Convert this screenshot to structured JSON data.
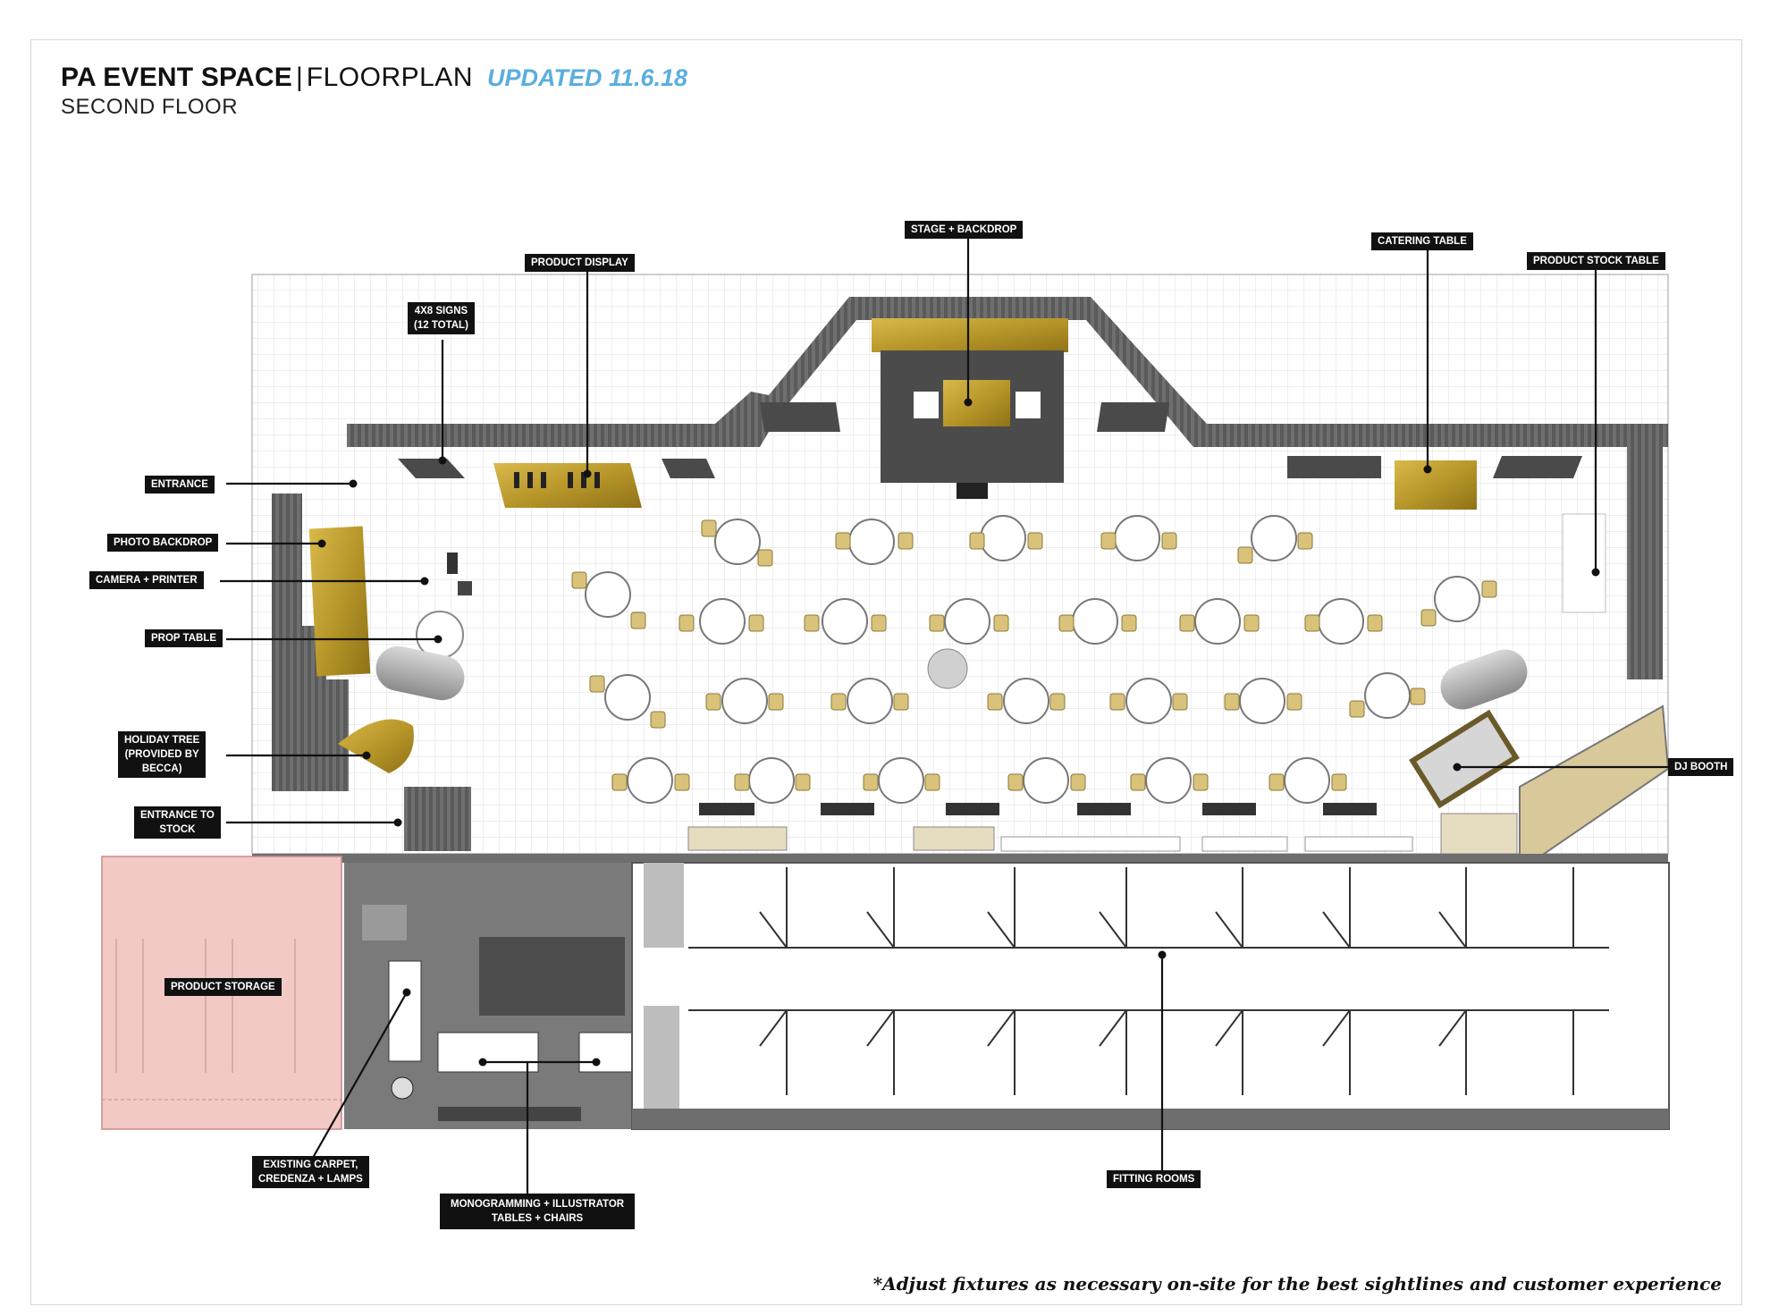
{
  "header": {
    "title_bold": "PA EVENT SPACE",
    "separator": "|",
    "title_light": "FLOORPLAN",
    "updated": "UPDATED 11.6.18",
    "subtitle": "SECOND FLOOR"
  },
  "labels": {
    "stage": "STAGE + BACKDROP",
    "catering": "CATERING TABLE",
    "product_display": "PRODUCT DISPLAY",
    "product_stock": "PRODUCT STOCK TABLE",
    "signs_1": "4X8 SIGNS",
    "signs_2": "(12 TOTAL)",
    "entrance": "ENTRANCE",
    "photo_backdrop": "PHOTO BACKDROP",
    "camera_printer": "CAMERA + PRINTER",
    "prop_table": "PROP TABLE",
    "holiday_tree_1": "HOLIDAY TREE",
    "holiday_tree_2": "(PROVIDED BY",
    "holiday_tree_3": "BECCA)",
    "entrance_stock_1": "ENTRANCE TO",
    "entrance_stock_2": "STOCK",
    "dj_booth": "DJ BOOTH",
    "product_storage": "PRODUCT STORAGE",
    "carpet_1": "EXISTING CARPET,",
    "carpet_2": "CREDENZA + LAMPS",
    "mono_1": "MONOGRAMMING + ILLUSTRATOR",
    "mono_2": "TABLES + CHAIRS",
    "fitting_rooms": "FITTING ROOMS"
  },
  "footnote": "*Adjust fixtures as necessary on-site for the best sightlines and customer experience",
  "colors": {
    "accent_blue": "#5aaee0",
    "gold": "#b8972a",
    "wall_gray": "#6e6e6e",
    "storage_pink": "#f2c9c4",
    "label_bg": "#111111"
  }
}
